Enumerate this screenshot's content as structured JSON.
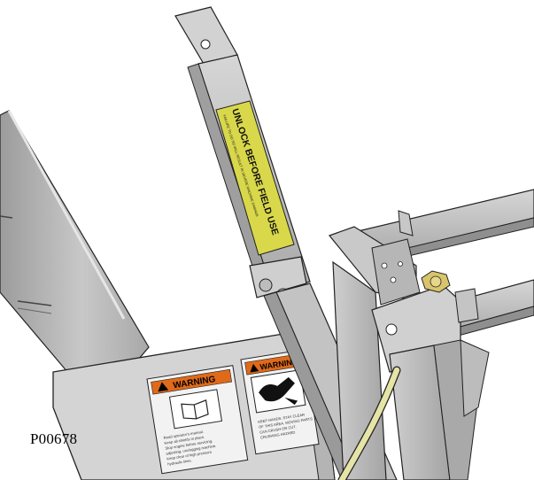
{
  "figure": {
    "id_label": "P00678"
  },
  "decals": {
    "lock_decal": {
      "headline": "UNLOCK BEFORE FIELD USE",
      "subtext": "FAILURE TO DO SO WILL RESULT IN SEVERE MACHINE DAMAGE",
      "color": "#d9d84a"
    },
    "warning_left": {
      "header": "WARNING",
      "icon": "manual-book-icon",
      "body_lines": [
        "Read operator's manual.",
        "Keep all shields in place.",
        "Stop engine before servicing,",
        "adjusting, unclogging machine.",
        "Keep clear of high pressure",
        "hydraulic lines."
      ],
      "header_color": "#e06a1a"
    },
    "warning_right": {
      "header": "WARNING",
      "icon": "hand-pinch-icon",
      "body_lines": [
        "KEEP HANDS, STAY CLEAR",
        "OF THIS AREA. MOVING PARTS",
        "CAN CRUSH OR CUT.",
        "CRUSHING HAZARD"
      ],
      "header_color": "#e06a1a"
    }
  },
  "colors": {
    "metal_light": "#d9d9d9",
    "metal_mid": "#bdbdbd",
    "metal_dark": "#9a9a9a",
    "hydraulic_hose": "#e6e4a6",
    "bolt_gold": "#d8c46a"
  }
}
